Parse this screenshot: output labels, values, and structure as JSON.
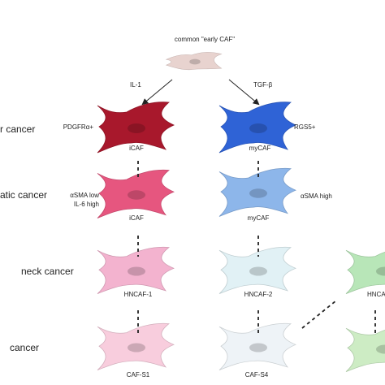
{
  "top": {
    "origin_label": "common \"early CAF\"",
    "left_signal": "IL-1",
    "right_signal": "TGF-β"
  },
  "rows": [
    {
      "cancer": "r cancer",
      "left": {
        "name": "iCAF",
        "marker": "PDGFRα+"
      },
      "right": {
        "name": "myCAF",
        "marker": "RGS5+"
      }
    },
    {
      "cancer": "atic cancer",
      "left": {
        "name": "iCAF",
        "marker_line1": "αSMA low",
        "marker_line2": "IL-6 high"
      },
      "right": {
        "name": "myCAF",
        "marker": "αSMA high"
      }
    },
    {
      "cancer": "neck cancer",
      "left": {
        "name": "HNCAF-1"
      },
      "right": {
        "name": "HNCAF-2"
      },
      "third": {
        "name": "HNCA"
      }
    },
    {
      "cancer": "cancer",
      "left": {
        "name": "CAF-S1"
      },
      "right": {
        "name": "CAF-S4"
      }
    }
  ],
  "colors": {
    "early": "#e8d3cf",
    "row1_left": "#a8182c",
    "row1_right": "#2f63d6",
    "row2_left": "#e6567f",
    "row2_right": "#8db6ea",
    "row3_left": "#f3b3cf",
    "row3_right": "#e1f1f5",
    "row3_third": "#b8e6b8",
    "row4_left": "#f8cddd",
    "row4_right": "#eef3f7",
    "row4_third": "#cdecc4"
  }
}
